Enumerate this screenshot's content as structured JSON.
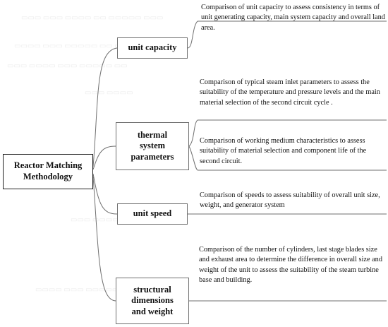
{
  "root": {
    "label": "Reactor Matching Methodology"
  },
  "categories": [
    {
      "label": "unit capacity"
    },
    {
      "label": "thermal system parameters"
    },
    {
      "label": "unit speed"
    },
    {
      "label": "structural dimensions and weight"
    }
  ],
  "descriptions": [
    {
      "text": "Comparison of unit capacity to assess consistency in terms of unit generating capacity, main system capacity and overall land area."
    },
    {
      "text": "Comparison of typical steam inlet parameters to assess the suitability of the temperature and pressure levels and the main material selection of the second circuit cycle ."
    },
    {
      "text": "Comparison of working medium characteristics to assess suitability of material selection and component life of the second circuit."
    },
    {
      "text": "Comparison of speeds to assess suitability of overall unit size, weight, and generator system"
    },
    {
      "text": "Comparison of the number of cylinders, last stage blades size and exhaust area to determine the difference in overall size and weight of the unit to assess the suitability of the steam turbine base and building."
    }
  ],
  "colors": {
    "line": "#6f6f6f",
    "box_border": "#6f6f6f",
    "root_border": "#222222",
    "text": "#111111"
  }
}
